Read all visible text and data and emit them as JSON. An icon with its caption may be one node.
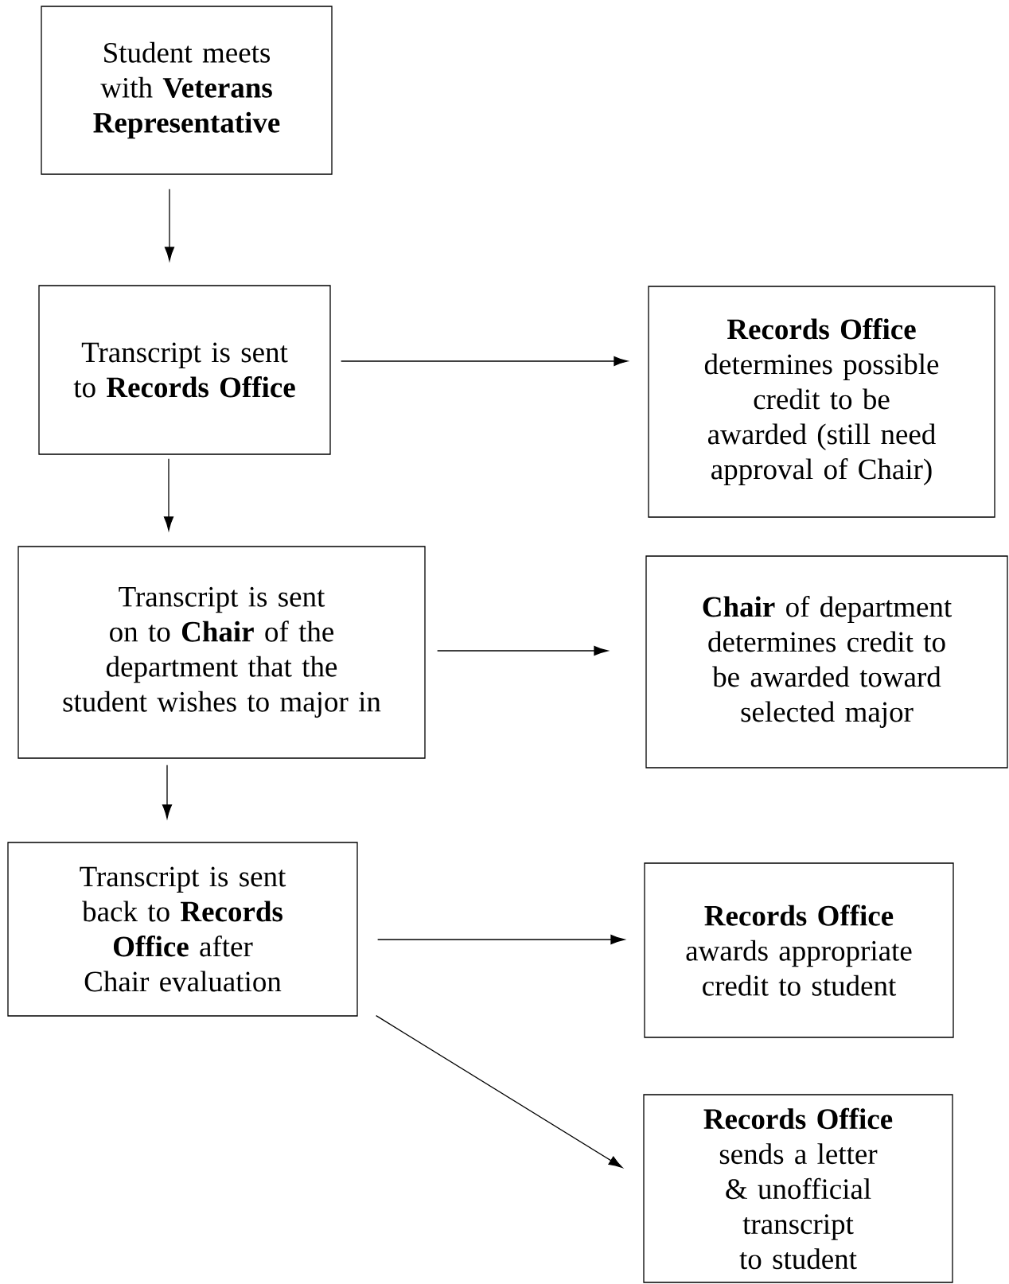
{
  "diagram": {
    "nodes": [
      {
        "text": [
          "Student meets with **Veterans Representative**"
        ]
      },
      {
        "text": [
          "Transcript is sent to **Records Office**"
        ]
      },
      {
        "text": [
          "**Records Office** determines possible credit to be awarded (still need approval of Chair)"
        ]
      },
      {
        "text": [
          "Transcript is sent on to **Chair** of the department that the student wishes to major in"
        ]
      },
      {
        "text": [
          "**Chair** of department determines credit to be awarded toward selected major"
        ]
      },
      {
        "text": [
          "Transcript is sent back to **Records Office** after Chair evaluation"
        ]
      },
      {
        "text": [
          "**Records Office** awards appropriate credit to student"
        ]
      },
      {
        "text": [
          "**Records Office** sends a letter & unofficial transcript to student"
        ]
      }
    ],
    "edges": [
      {
        "from": 0,
        "to": 1,
        "arrow": "to"
      },
      {
        "from": 1,
        "to": 2,
        "arrow": "to"
      },
      {
        "from": 1,
        "to": 3,
        "arrow": "to"
      },
      {
        "from": 3,
        "to": 4,
        "arrow": "to"
      },
      {
        "from": 3,
        "to": 5,
        "arrow": "to"
      },
      {
        "from": 5,
        "to": 6,
        "arrow": "to"
      },
      {
        "from": 5,
        "to": 7,
        "arrow": "to"
      }
    ]
  }
}
